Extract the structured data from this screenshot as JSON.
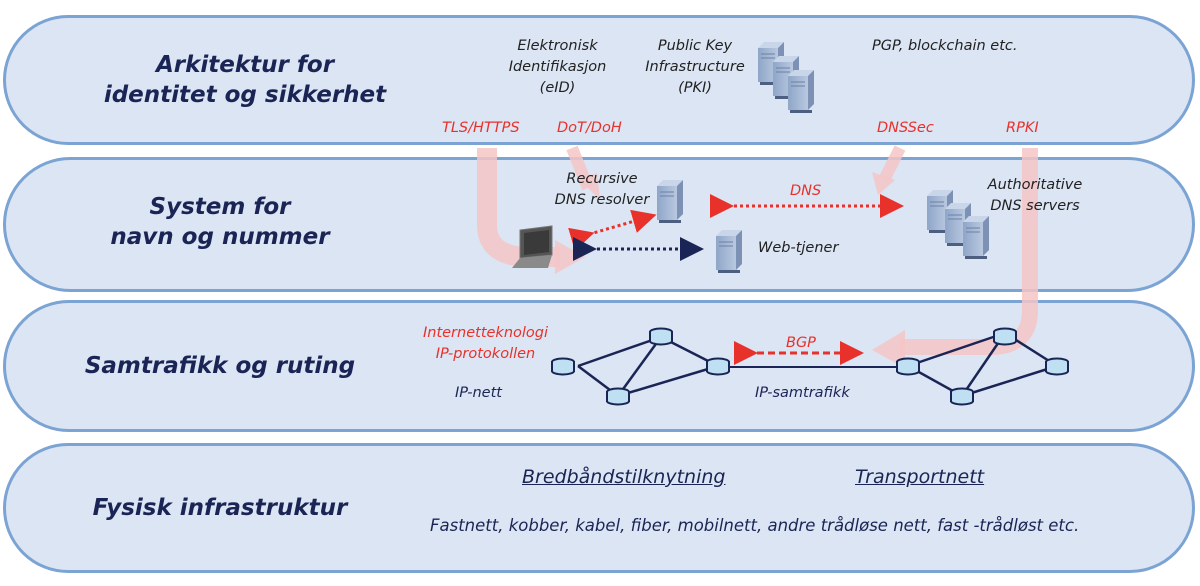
{
  "layers": [
    {
      "title_line1": "Arkitektur for",
      "title_line2": "identitet og sikkerhet",
      "items": {
        "eid_line1": "Elektronisk",
        "eid_line2": "Identifikasjon",
        "eid_line3": "(eID)",
        "pki_line1": "Public Key",
        "pki_line2": "Infrastructure",
        "pki_line3": "(PKI)",
        "other": "PGP, blockchain etc."
      },
      "protocols": [
        "TLS/HTTPS",
        "DoT/DoH",
        "DNSSec",
        "RPKI"
      ]
    },
    {
      "title_line1": "System for",
      "title_line2": "navn og nummer",
      "items": {
        "resolver_line1": "Recursive",
        "resolver_line2": "DNS resolver",
        "dns_arrow_label": "DNS",
        "auth_line1": "Authoritative",
        "auth_line2": "DNS servers",
        "web_server": "Web-tjener"
      }
    },
    {
      "title_line1": "Samtrafikk og ruting",
      "items": {
        "tech_line1": "Internetteknologi",
        "tech_line2": "IP-protokollen",
        "ip_network": "IP-nett",
        "bgp_label": "BGP",
        "interconnect": "IP-samtrafikk"
      }
    },
    {
      "title_line1": "Fysisk infrastruktur",
      "items": {
        "broadband": "Bredbåndstilknytning",
        "transport": "Transportnett",
        "examples": "Fastnett, kobber, kabel, fiber, mobilnett, andre trådløse nett, fast -trådløst etc."
      }
    }
  ],
  "colors": {
    "layer_fill": "#dbe5f3",
    "layer_border": "#7ba3d3",
    "title_text": "#1b2555",
    "protocol_red": "#e8312b",
    "flow_pink": "#f4c6c6",
    "link_navy": "#1b2555",
    "router_fill": "#bfe0f3"
  }
}
